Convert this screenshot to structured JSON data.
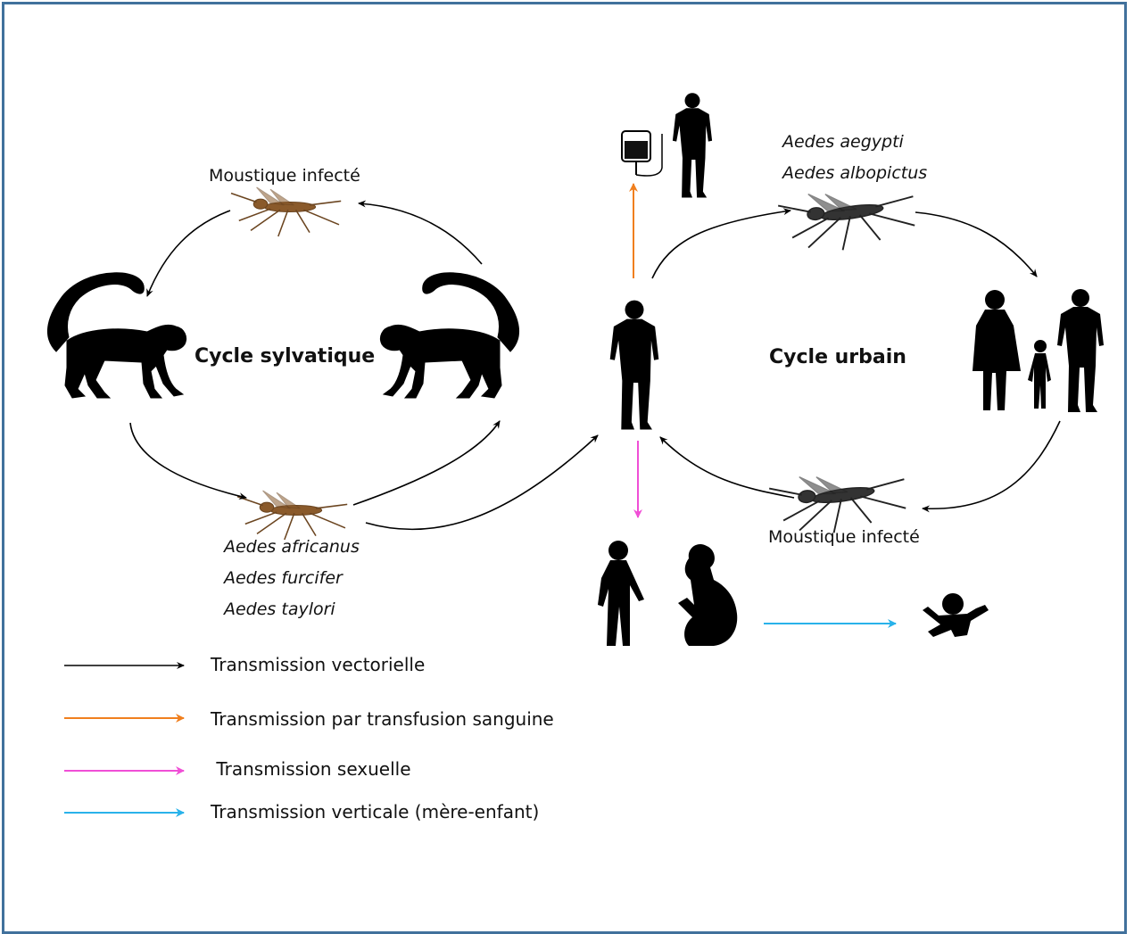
{
  "cycles": {
    "sylvatic": "Cycle sylvatique",
    "urban": "Cycle urbain"
  },
  "mosquito_labels": {
    "sylvatic_top": "Moustique infecté",
    "urban_bottom": "Moustique infecté"
  },
  "species": {
    "sylvatic": [
      "Aedes africanus",
      "Aedes furcifer",
      "Aedes taylori"
    ],
    "urban": [
      "Aedes aegypti",
      "Aedes albopictus"
    ]
  },
  "legend": [
    {
      "label": "Transmission vectorielle",
      "color": "#000000"
    },
    {
      "label": "Transmission par transfusion sanguine",
      "color": "#f07f1e"
    },
    {
      "label": " Transmission sexuelle",
      "color": "#f04fd6"
    },
    {
      "label": "Transmission verticale (mère-enfant)",
      "color": "#29b2ea"
    }
  ],
  "colors": {
    "frame": "#41719c",
    "vector": "#000000",
    "transfusion": "#f07f1e",
    "sexual": "#f04fd6",
    "vertical": "#29b2ea"
  }
}
